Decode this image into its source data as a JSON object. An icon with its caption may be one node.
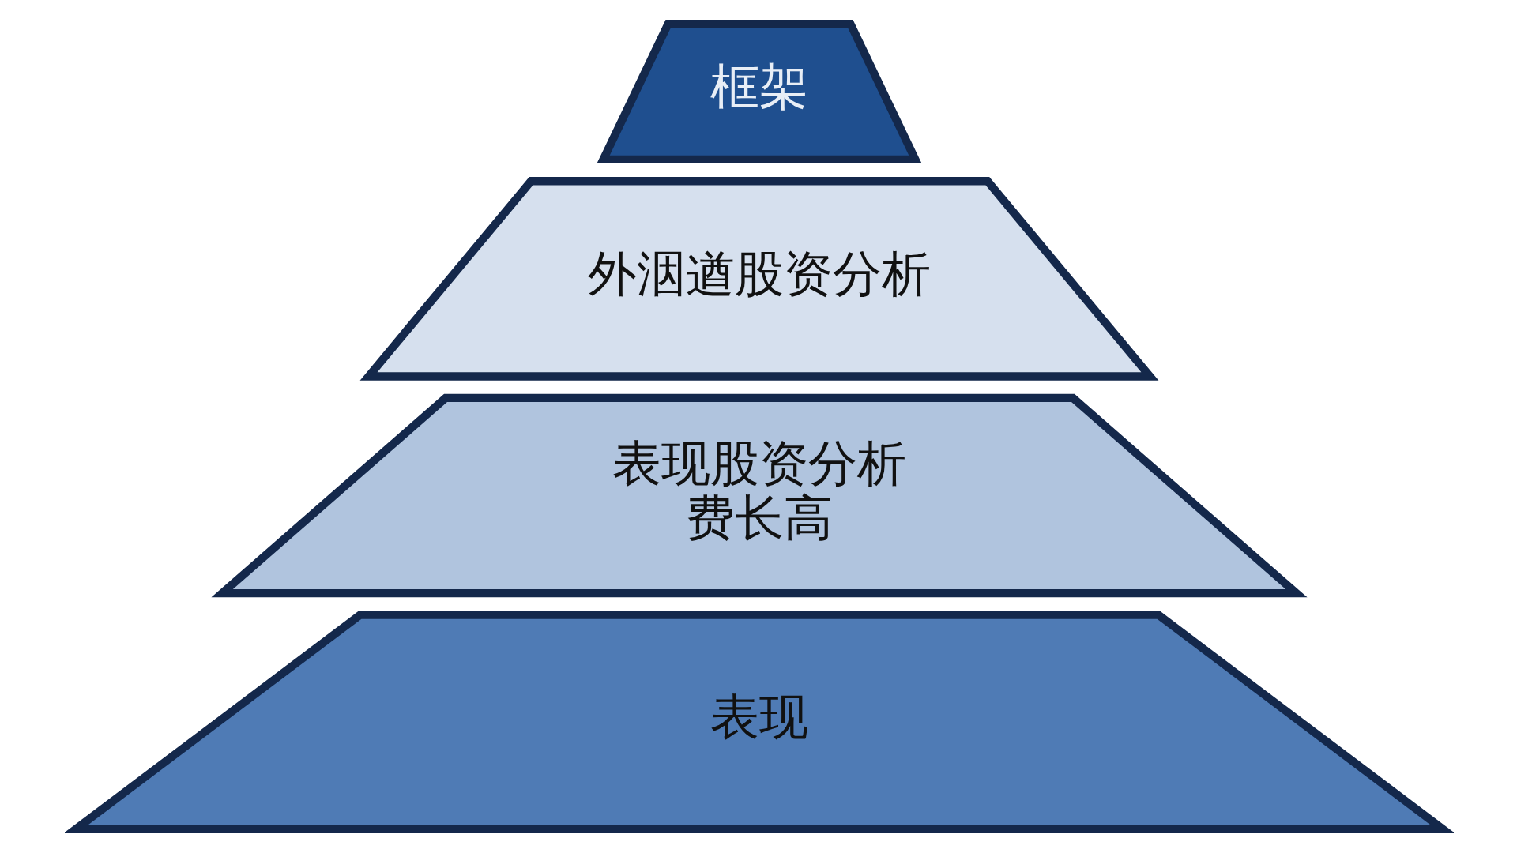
{
  "diagram": {
    "nodes": [
      {
        "text": [
          "框架"
        ]
      },
      {
        "text": [
          "外洇遒股资分析"
        ]
      },
      {
        "text": [
          "表现股资分析",
          "费长高"
        ]
      },
      {
        "text": [
          "表现"
        ]
      }
    ],
    "edges": []
  }
}
